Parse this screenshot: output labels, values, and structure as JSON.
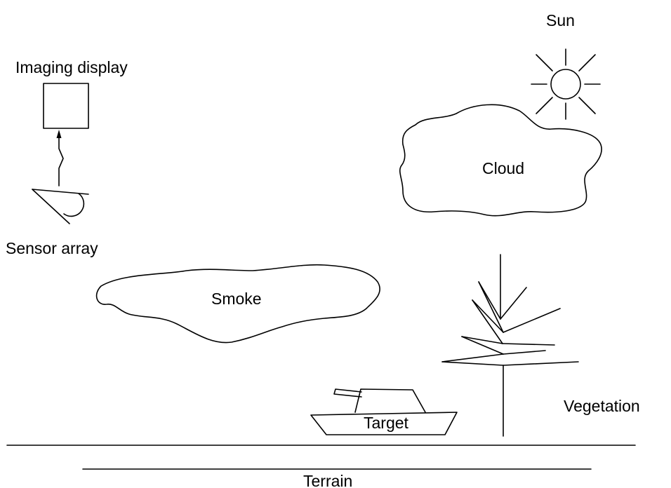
{
  "labels": {
    "sun": "Sun",
    "imaging_display": "Imaging display",
    "cloud": "Cloud",
    "sensor_array": "Sensor array",
    "smoke": "Smoke",
    "vegetation": "Vegetation",
    "target": "Target",
    "terrain": "Terrain"
  },
  "colors": {
    "line": "#000000",
    "background": "#ffffff"
  }
}
